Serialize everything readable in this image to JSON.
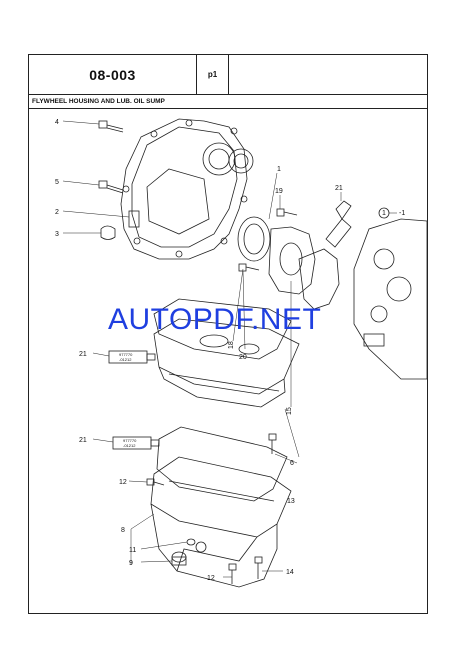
{
  "header": {
    "code": "08-003",
    "page": "p1",
    "title": "FLYWHEEL HOUSING AND LUB. OIL SUMP"
  },
  "watermark": "AUTOPDF.NET",
  "callouts": {
    "c1": "1",
    "c1b": "1",
    "c2": "2",
    "c3": "3",
    "c4": "4",
    "c5": "5",
    "c6": "6",
    "c8": "8",
    "c9": "9",
    "c11": "11",
    "c12a": "12",
    "c12b": "12",
    "c13": "13",
    "c14": "14",
    "c15": "15",
    "c18": "18",
    "c19": "19",
    "c20": "20",
    "c21a": "21",
    "c21b": "21",
    "c21c": "21"
  },
  "tube_labels": {
    "t1a": "977770",
    "t1b": "-01212",
    "t2a": "977770",
    "t2b": "-01212"
  }
}
